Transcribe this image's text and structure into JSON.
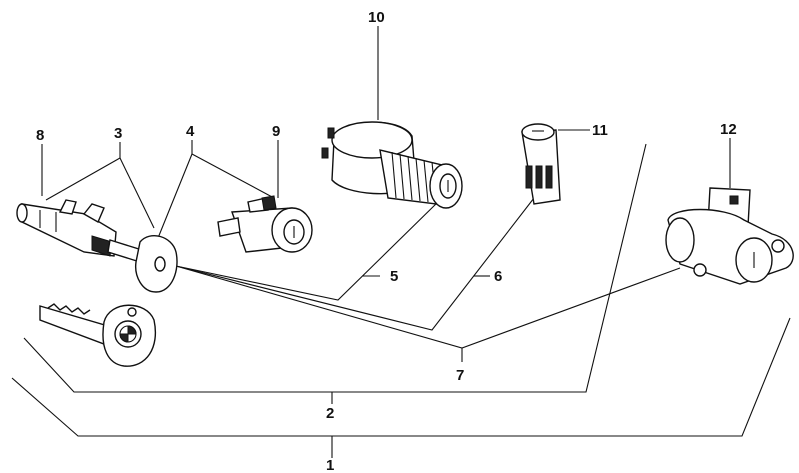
{
  "callouts": [
    {
      "id": "c1",
      "text": "1"
    },
    {
      "id": "c2",
      "text": "2"
    },
    {
      "id": "c3",
      "text": "3"
    },
    {
      "id": "c4",
      "text": "4"
    },
    {
      "id": "c5",
      "text": "5"
    },
    {
      "id": "c6",
      "text": "6"
    },
    {
      "id": "c7",
      "text": "7"
    },
    {
      "id": "c8",
      "text": "8"
    },
    {
      "id": "c9",
      "text": "9"
    },
    {
      "id": "c10",
      "text": "10"
    },
    {
      "id": "c11",
      "text": "11"
    },
    {
      "id": "c12",
      "text": "12"
    }
  ],
  "logo_marking": "BMW"
}
